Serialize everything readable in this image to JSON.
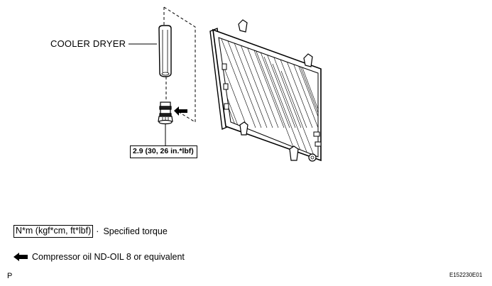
{
  "labels": {
    "part_name": "COOLER DRYER",
    "torque_value": "2.9 (30, 26 in.*lbf)"
  },
  "legend": {
    "unit_format": "N*m (kgf*cm, ft*lbf)",
    "unit_separator": "·",
    "unit_description": "Specified torque",
    "oil_description": "Compressor oil ND-OIL 8 or equivalent"
  },
  "footer": {
    "page_mark": "P",
    "figure_id": "E152230E01"
  },
  "colors": {
    "line": "#000000",
    "background": "#ffffff"
  },
  "icons": {
    "oil_marker": "left-arrow-icon"
  }
}
